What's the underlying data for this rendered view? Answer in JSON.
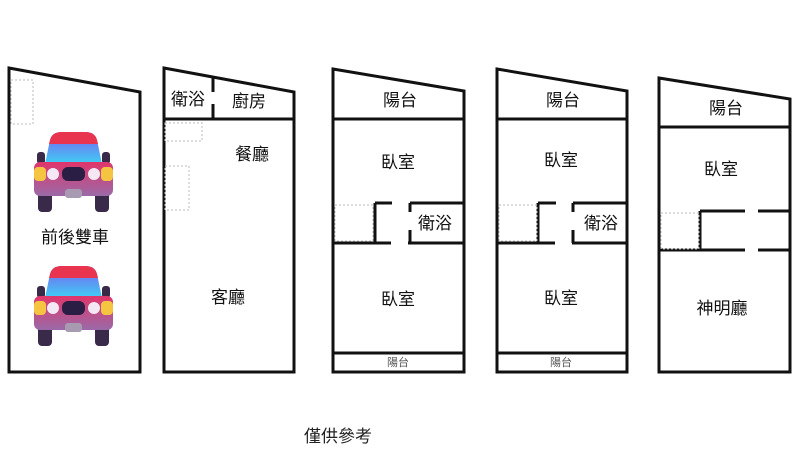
{
  "floors": [
    {
      "name": "floor-1",
      "rooms": {
        "garage": "前後雙車"
      }
    },
    {
      "name": "floor-2",
      "rooms": {
        "bath": "衛浴",
        "kitchen": "廚房",
        "dining": "餐廳",
        "living": "客廳"
      }
    },
    {
      "name": "floor-3",
      "rooms": {
        "front_balcony": "陽台",
        "bedroom_1": "臥室",
        "bath": "衛浴",
        "bedroom_2": "臥室",
        "rear_balcony": "陽台"
      }
    },
    {
      "name": "floor-4",
      "rooms": {
        "front_balcony": "陽台",
        "bedroom_1": "臥室",
        "bath": "衛浴",
        "bedroom_2": "臥室",
        "rear_balcony": "陽台"
      }
    },
    {
      "name": "floor-5",
      "rooms": {
        "front_balcony": "陽台",
        "bedroom": "臥室",
        "shrine": "神明廳"
      }
    }
  ],
  "caption": "僅供參考",
  "colors": {
    "wall": "#111111",
    "car_roof": "#e8344f",
    "car_glass": "#3fb8f0",
    "car_body": "#d9346a",
    "car_light": "#f5c542",
    "car_tire": "#3a2a4a"
  }
}
